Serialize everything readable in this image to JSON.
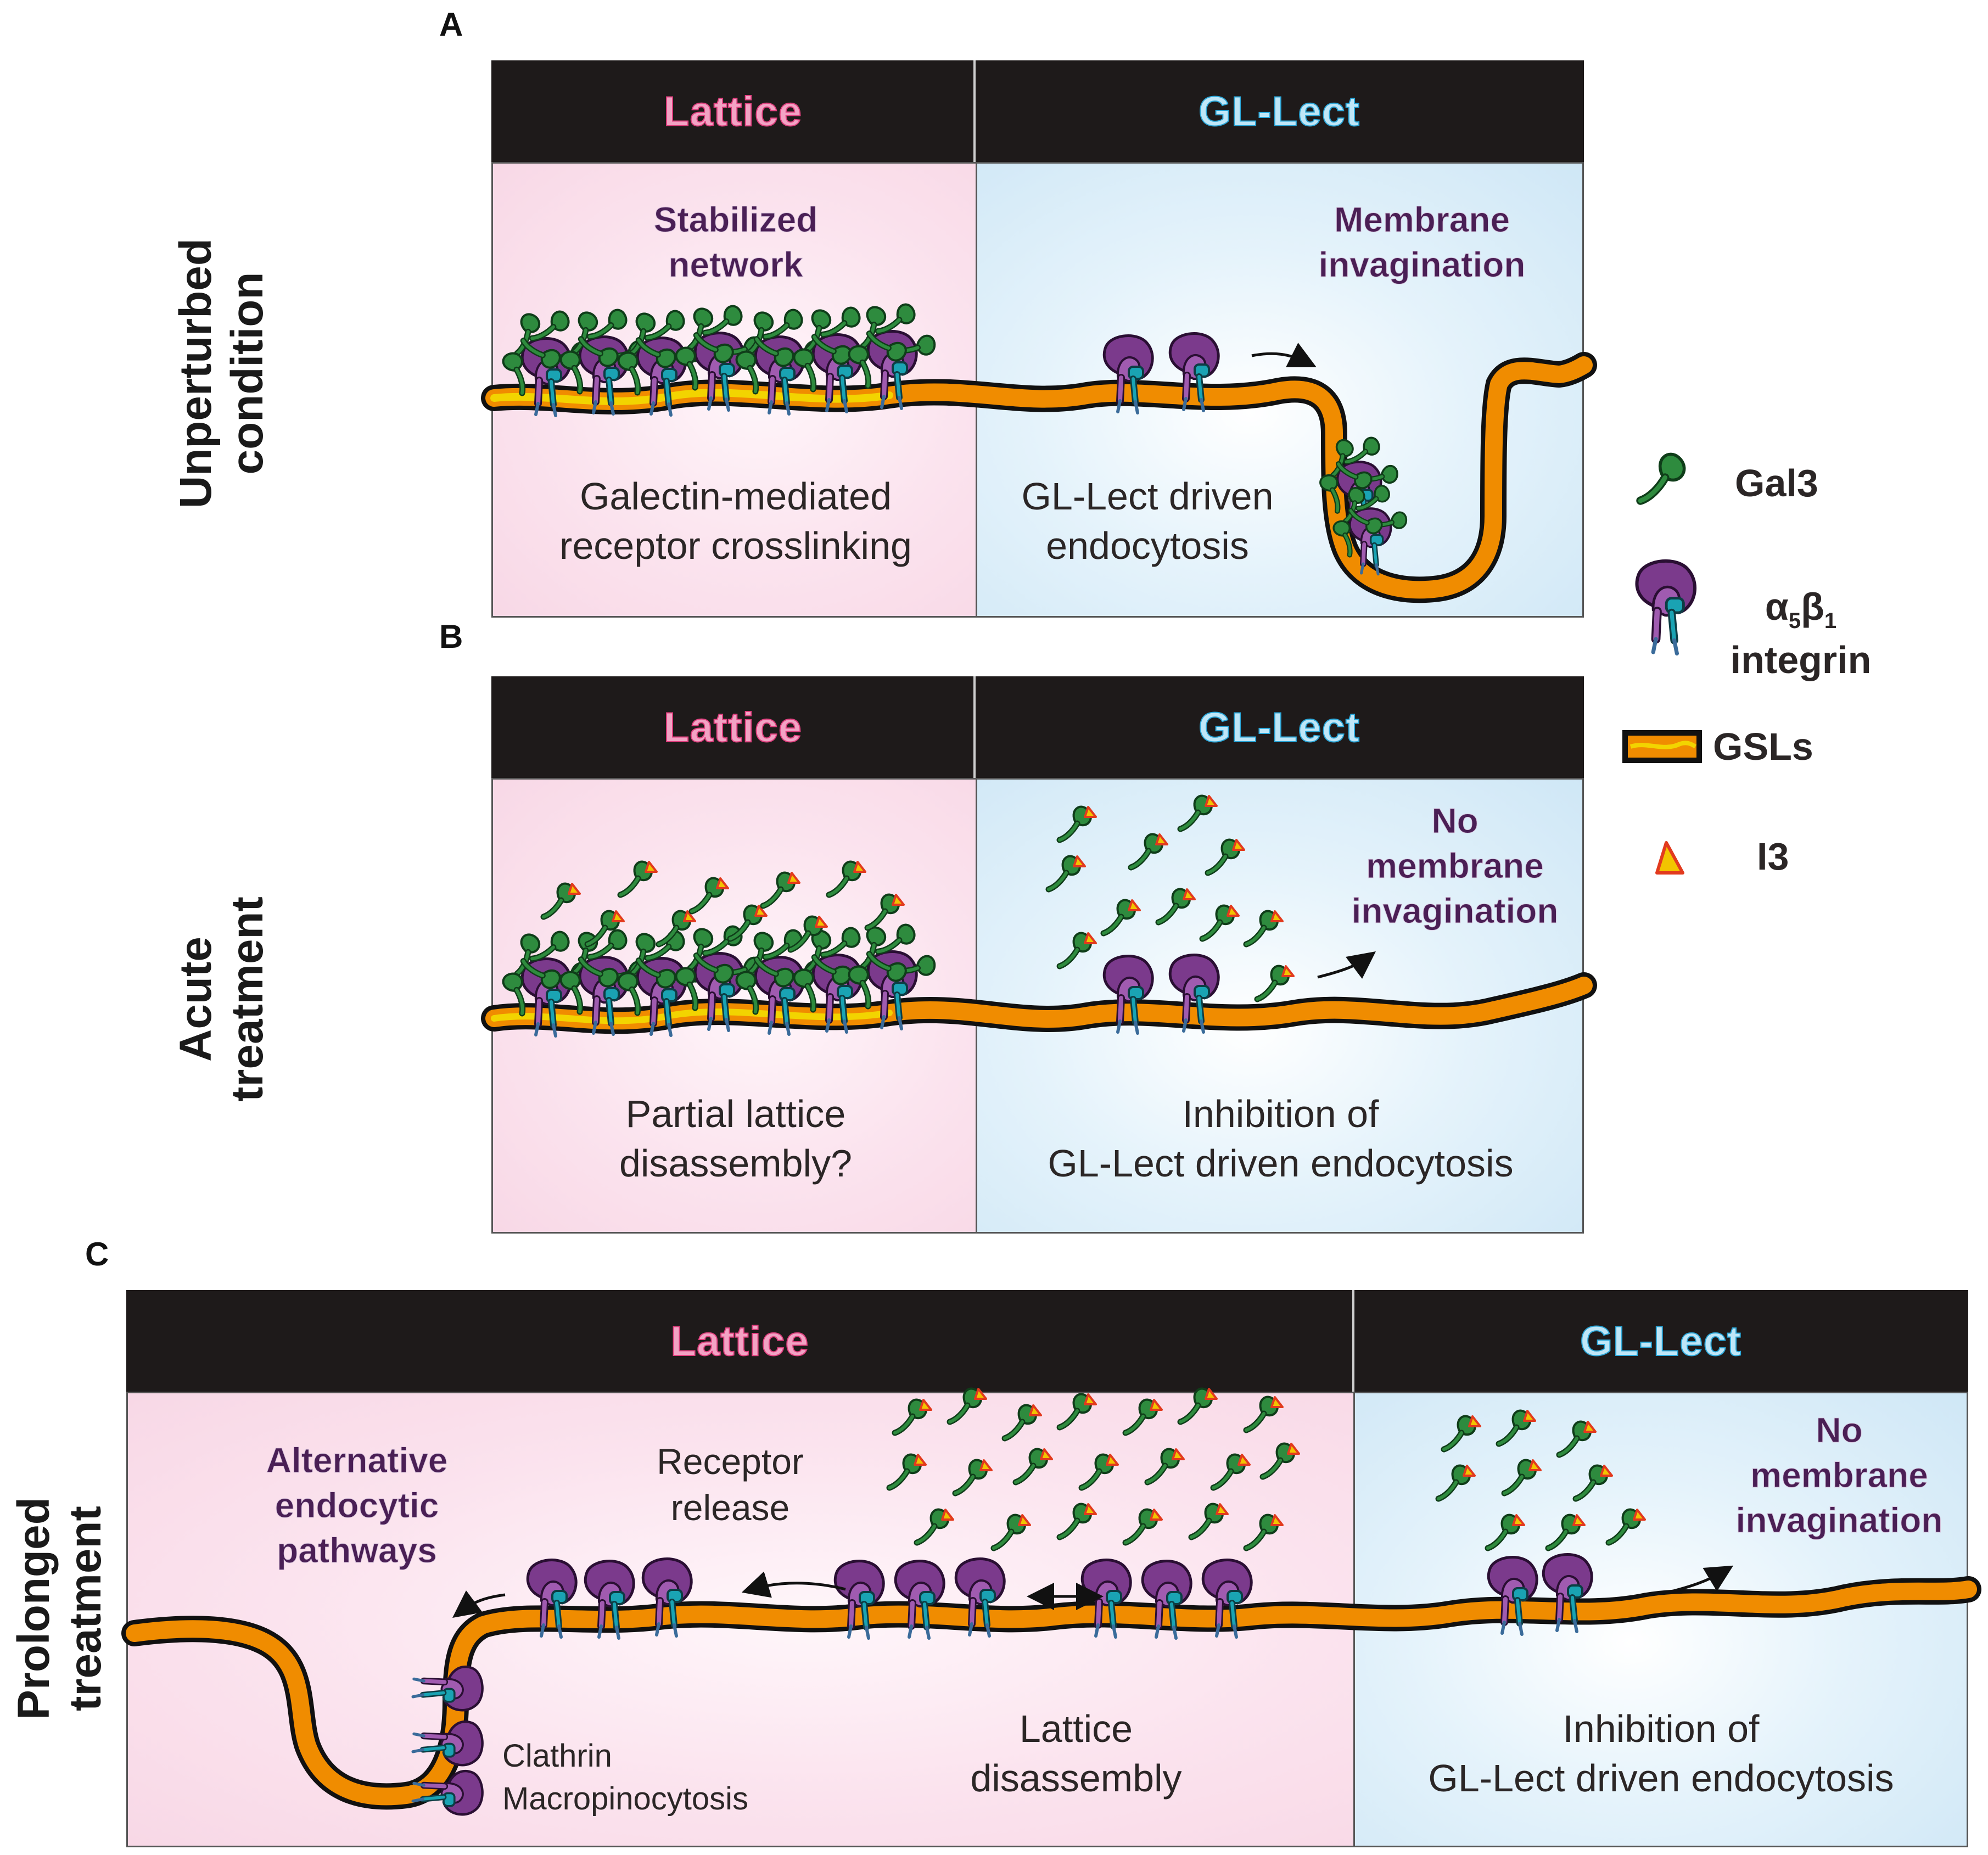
{
  "panels": {
    "a": {
      "letter": "A",
      "row_label_line1": "Unperturbed",
      "row_label_line2": "condition",
      "lattice_header": "Lattice",
      "gllect_header": "GL-Lect",
      "lattice_title_line1": "Stabilized",
      "lattice_title_line2": "network",
      "lattice_caption_line1": "Galectin-mediated",
      "lattice_caption_line2": "receptor crosslinking",
      "gllect_title_line1": "Membrane",
      "gllect_title_line2": "invagination",
      "gllect_caption_line1": "GL-Lect driven",
      "gllect_caption_line2": "endocytosis"
    },
    "b": {
      "letter": "B",
      "row_label_line1": "Acute",
      "row_label_line2": "treatment",
      "lattice_header": "Lattice",
      "gllect_header": "GL-Lect",
      "lattice_caption_line1": "Partial lattice",
      "lattice_caption_line2": "disassembly?",
      "gllect_title_line1": "No",
      "gllect_title_line2": "membrane",
      "gllect_title_line3": "invagination",
      "gllect_caption_line1": "Inhibition of",
      "gllect_caption_line2": "GL-Lect driven endocytosis"
    },
    "c": {
      "letter": "C",
      "row_label_line1": "Prolonged",
      "row_label_line2": "treatment",
      "lattice_header": "Lattice",
      "gllect_header": "GL-Lect",
      "alt_title_line1": "Alternative",
      "alt_title_line2": "endocytic",
      "alt_title_line3": "pathways",
      "release_line1": "Receptor",
      "release_line2": "release",
      "pathway_line1": "Clathrin",
      "pathway_line2": "Macropinocytosis",
      "lattice_caption_line1": "Lattice",
      "lattice_caption_line2": "disassembly",
      "gllect_title_line1": "No",
      "gllect_title_line2": "membrane",
      "gllect_title_line3": "invagination",
      "gllect_caption_line1": "Inhibition of",
      "gllect_caption_line2": "GL-Lect driven endocytosis"
    }
  },
  "legend": {
    "gal3": "Gal3",
    "integrin_alpha": "α",
    "integrin_alpha_sub": "5",
    "integrin_beta": "β",
    "integrin_beta_sub": "1",
    "integrin_word": "integrin",
    "gsls": "GSLs",
    "i3": "I3"
  },
  "colors": {
    "header": "#1e1a1a",
    "lattice_text": "#e0407f",
    "gllect_text": "#2aa6d8",
    "membrane": "#f08c00",
    "gal3": "#2e8b3e",
    "integrin": "#7b3a8c",
    "i3": "#f2c400"
  }
}
